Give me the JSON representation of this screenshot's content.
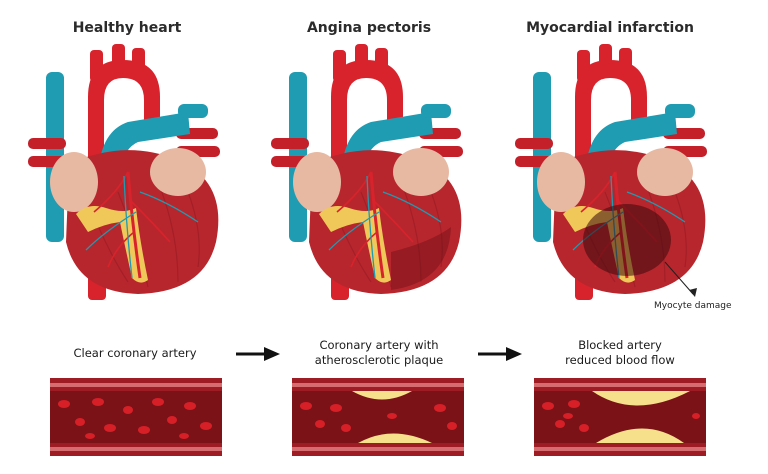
{
  "panels": [
    {
      "title": "Healthy heart",
      "artery_label": "Clear coronary artery"
    },
    {
      "title": "Angina pectoris",
      "artery_label": "Coronary artery with\natherosclerotic plaque"
    },
    {
      "title": "Myocardial infarction",
      "artery_label": "Blocked artery\nreduced blood flow"
    }
  ],
  "annotation": "Myocyte damage",
  "colors": {
    "muscle": "#b8262d",
    "muscle_dark": "#8e1b22",
    "aorta": "#d8232c",
    "vein_blue": "#1f9bb2",
    "atrium": "#e7b9a3",
    "fat": "#f0c85a",
    "plaque": "#f7e08c",
    "blood_cell": "#d61f26",
    "vessel_wall": "#9e1d24"
  }
}
